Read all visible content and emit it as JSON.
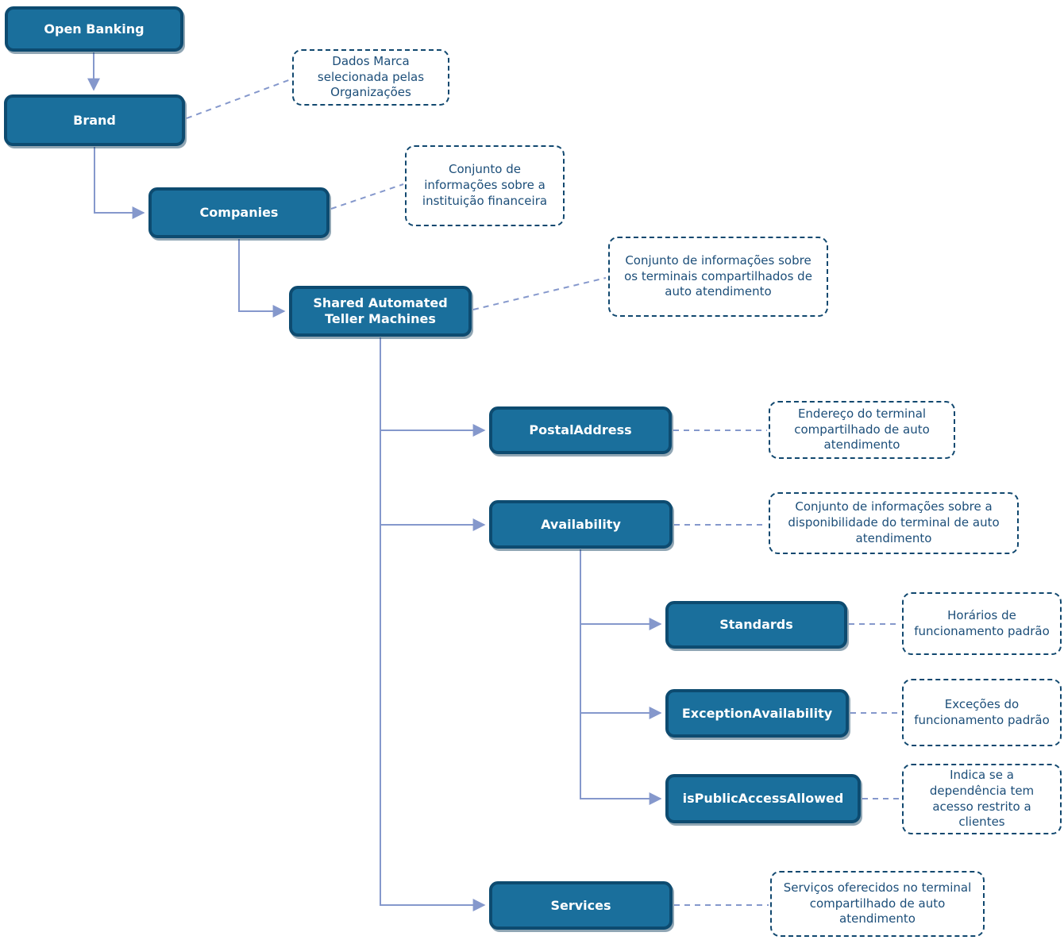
{
  "colors": {
    "canvas_bg": "#ffffff",
    "node_fill": "#1a6f9c",
    "node_border": "#0d4b70",
    "node_text": "#ffffff",
    "annotation_border": "#11486f",
    "annotation_text": "#1c4e79",
    "connector": "#8598cc"
  },
  "nodes": [
    {
      "id": "open-banking",
      "label": "Open Banking"
    },
    {
      "id": "brand",
      "label": "Brand"
    },
    {
      "id": "companies",
      "label": "Companies"
    },
    {
      "id": "shared-automated-teller-machines",
      "label": "Shared Automated Teller Machines"
    },
    {
      "id": "postal-address",
      "label": "PostalAddress"
    },
    {
      "id": "availability",
      "label": "Availability"
    },
    {
      "id": "standards",
      "label": "Standards"
    },
    {
      "id": "exception-availability",
      "label": "ExceptionAvailability"
    },
    {
      "id": "is-public-access-allowed",
      "label": "isPublicAccessAllowed"
    },
    {
      "id": "services",
      "label": "Services"
    }
  ],
  "annotations": [
    {
      "for": "brand",
      "text": "Dados Marca selecionada pelas Organizações"
    },
    {
      "for": "companies",
      "text": "Conjunto de informações sobre a instituição financeira"
    },
    {
      "for": "shared-automated-teller-machines",
      "text": "Conjunto de informações sobre os terminais compartilhados de auto atendimento"
    },
    {
      "for": "postal-address",
      "text": "Endereço do terminal compartilhado de auto atendimento"
    },
    {
      "for": "availability",
      "text": "Conjunto de informações sobre a disponibilidade do terminal de auto atendimento"
    },
    {
      "for": "standards",
      "text": "Horários de funcionamento padrão"
    },
    {
      "for": "exception-availability",
      "text": "Exceções do funcionamento padrão"
    },
    {
      "for": "is-public-access-allowed",
      "text": "Indica se a dependência tem acesso restrito a clientes"
    },
    {
      "for": "services",
      "text": "Serviços oferecidos no terminal compartilhado de auto atendimento"
    }
  ]
}
